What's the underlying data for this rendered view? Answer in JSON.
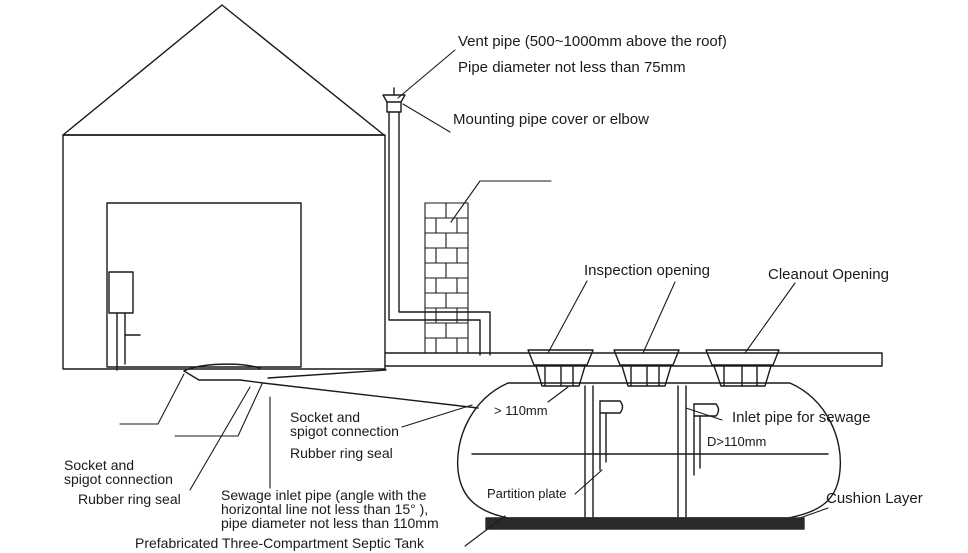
{
  "labels": {
    "vent_pipe": "Vent pipe (500~1000mm above the roof)",
    "pipe_diameter": "Pipe diameter not less than 75mm",
    "mounting_cover": "Mounting pipe cover or elbow",
    "inspection_opening": "Inspection opening",
    "cleanout_opening": "Cleanout Opening",
    "gt_110": "> 110mm",
    "inlet_pipe_sewage": "Inlet pipe for  sewage",
    "d_110": "D>110mm",
    "socket_spigot_right_1": "Socket and",
    "socket_spigot_right_2": "spigot connection",
    "rubber_ring_right": "Rubber ring seal",
    "socket_spigot_left_1": "Socket and",
    "socket_spigot_left_2": "spigot connection",
    "rubber_ring_left": "Rubber ring seal",
    "sewage_inlet_1": "Sewage inlet pipe (angle with the",
    "sewage_inlet_2": "horizontal line not less than 15°  ),",
    "sewage_inlet_3": "pipe diameter not less than 110mm",
    "partition_plate": "Partition plate",
    "cushion_layer": "Cushion Layer",
    "septic_tank": "Prefabricated Three-Compartment Septic Tank"
  },
  "colors": {
    "line": "#1a1a1a",
    "cushion": "#2a2a2a",
    "background": "#ffffff"
  }
}
